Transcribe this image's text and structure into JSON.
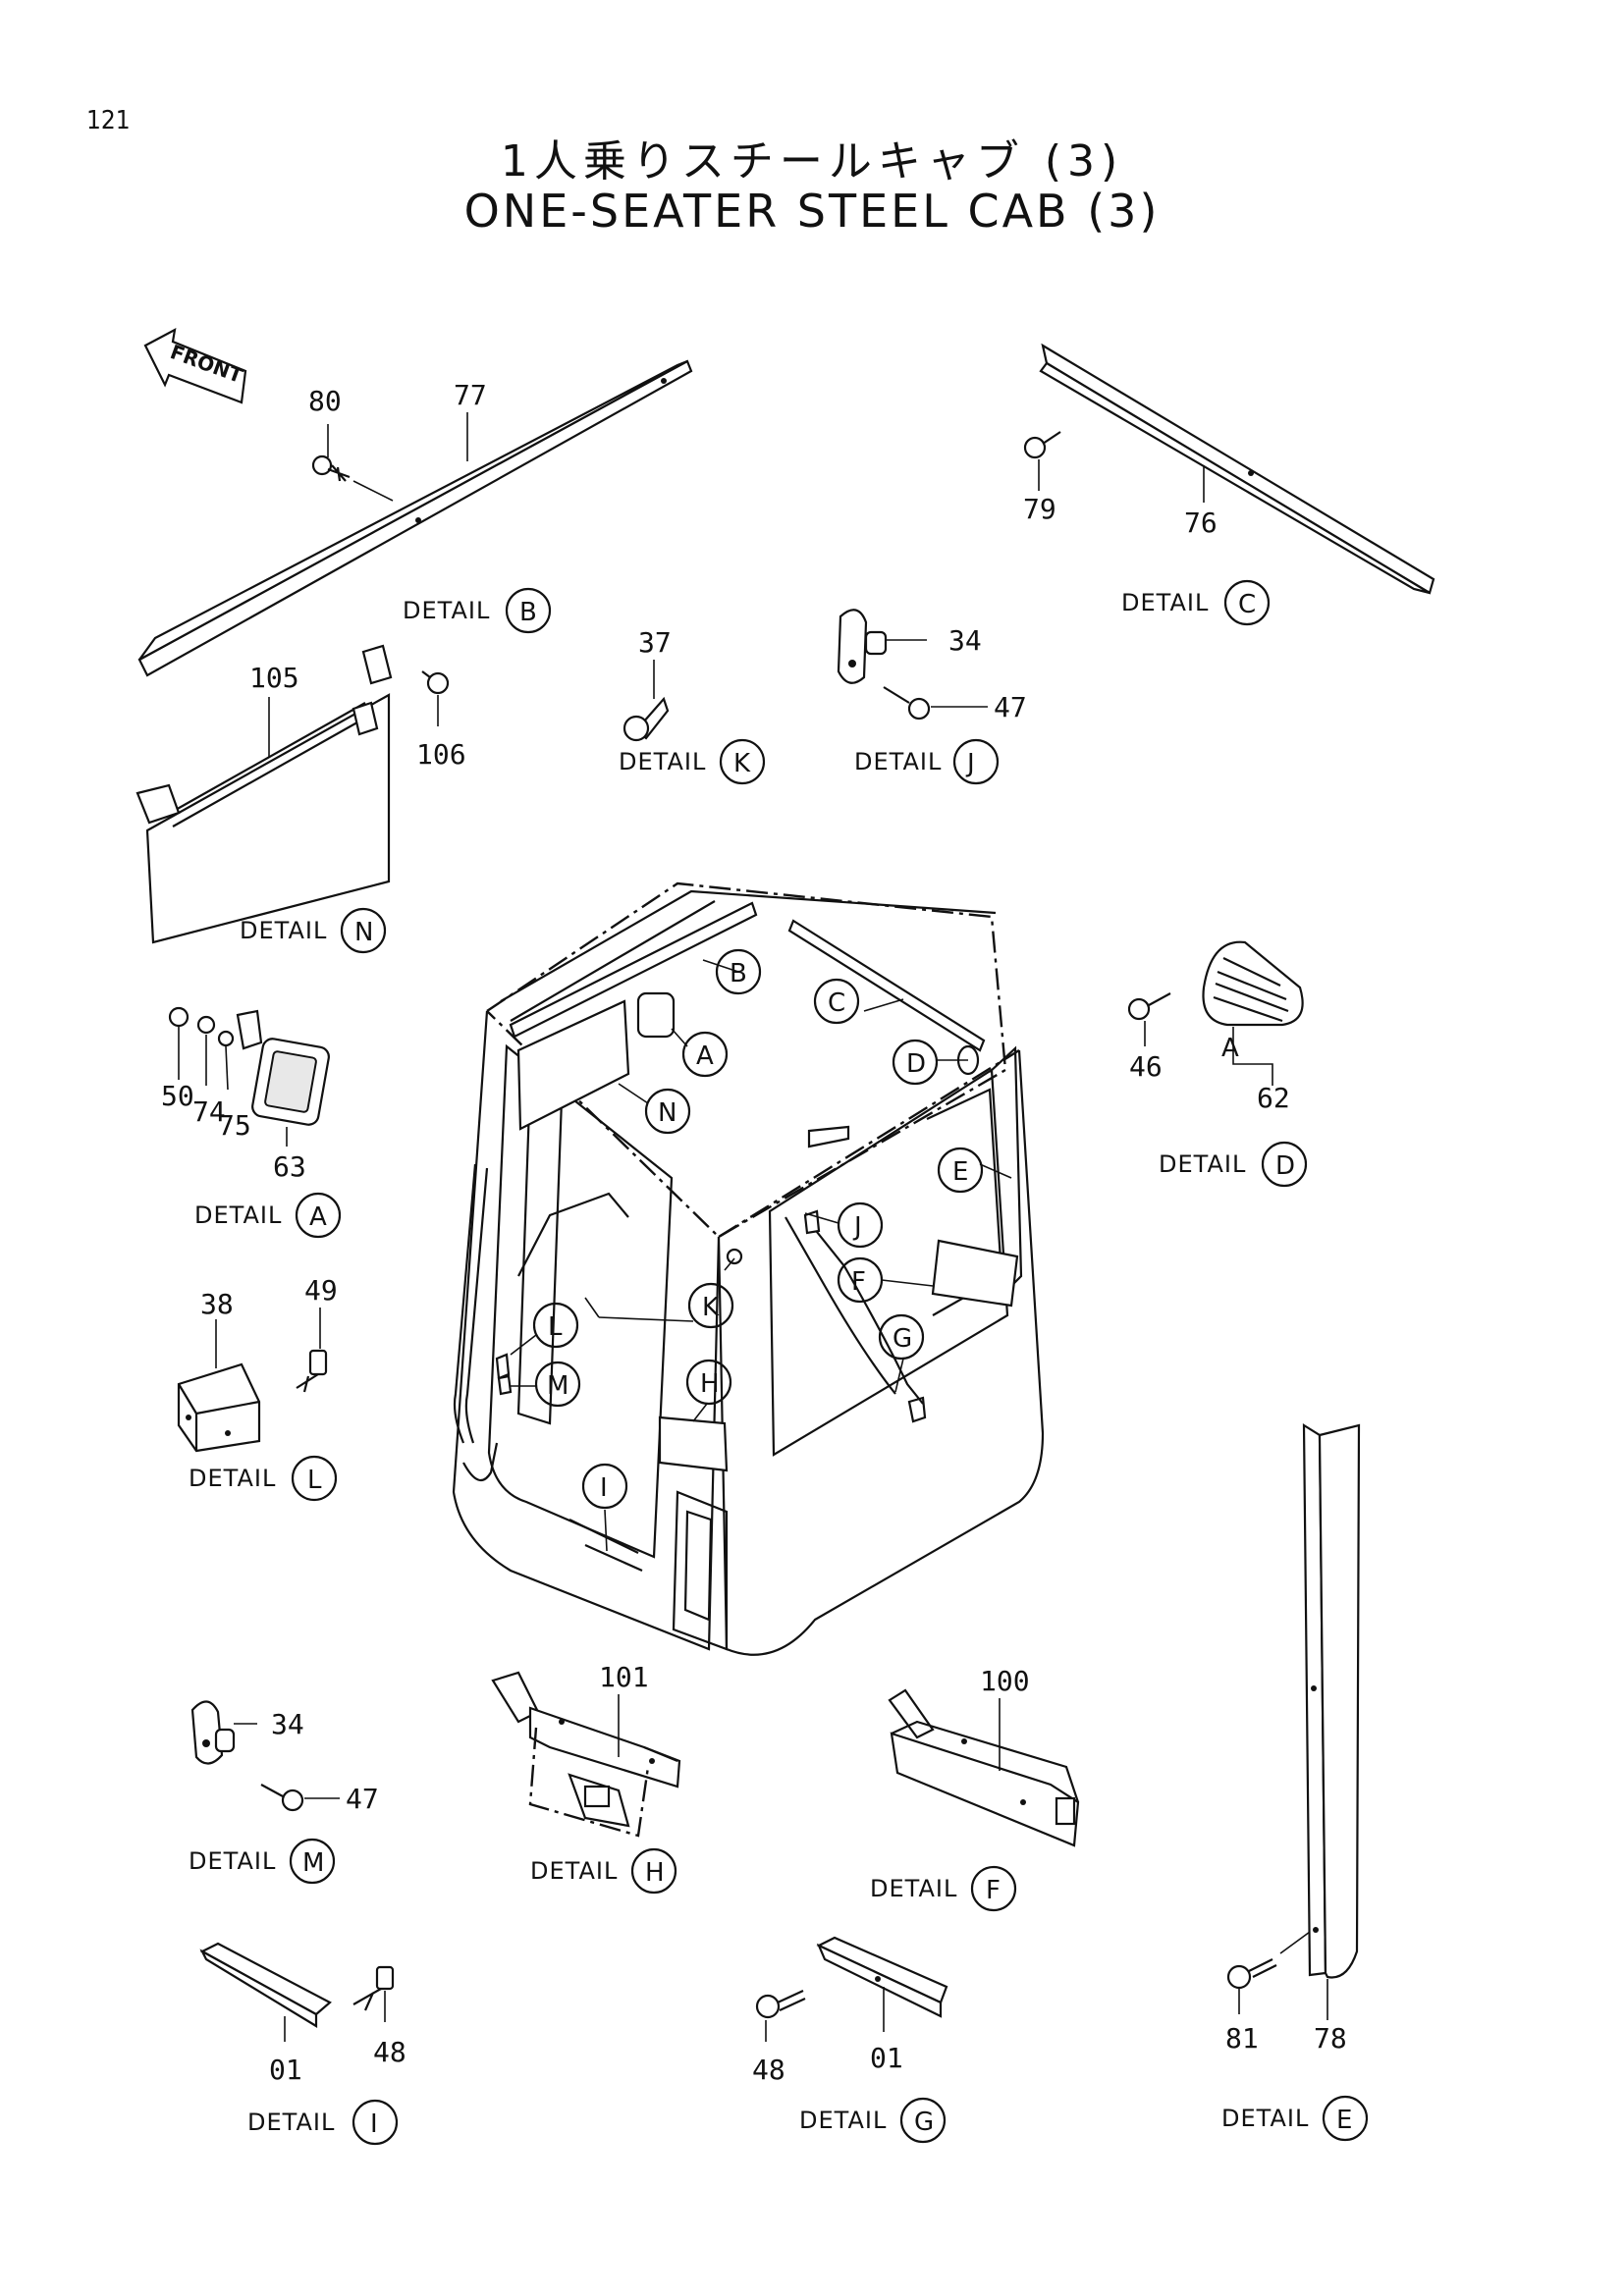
{
  "page": {
    "number": "121",
    "title_ja": "1人乗りスチールキャブ (3)",
    "title_en": "ONE-SEATER STEEL CAB (3)"
  },
  "front_label": "FRONT",
  "detail_word": "DETAIL",
  "details": [
    {
      "letter": "A",
      "parts": [
        "50",
        "74",
        "75",
        "63"
      ]
    },
    {
      "letter": "B",
      "parts": [
        "80",
        "77"
      ]
    },
    {
      "letter": "C",
      "parts": [
        "79",
        "76"
      ]
    },
    {
      "letter": "D",
      "parts": [
        "46",
        "62"
      ],
      "sub_label": "A"
    },
    {
      "letter": "E",
      "parts": [
        "81",
        "78"
      ]
    },
    {
      "letter": "F",
      "parts": [
        "100"
      ]
    },
    {
      "letter": "G",
      "parts": [
        "48",
        "01"
      ]
    },
    {
      "letter": "H",
      "parts": [
        "101"
      ]
    },
    {
      "letter": "I",
      "parts": [
        "01",
        "48"
      ]
    },
    {
      "letter": "J",
      "parts": [
        "34",
        "47"
      ]
    },
    {
      "letter": "K",
      "parts": [
        "37"
      ]
    },
    {
      "letter": "L",
      "parts": [
        "38",
        "49"
      ]
    },
    {
      "letter": "M",
      "parts": [
        "34",
        "47"
      ]
    },
    {
      "letter": "N",
      "parts": [
        "105",
        "106"
      ]
    }
  ],
  "cab_callouts": [
    "B",
    "C",
    "A",
    "N",
    "D",
    "E",
    "J",
    "F",
    "K",
    "G",
    "L",
    "M",
    "H",
    "I"
  ]
}
